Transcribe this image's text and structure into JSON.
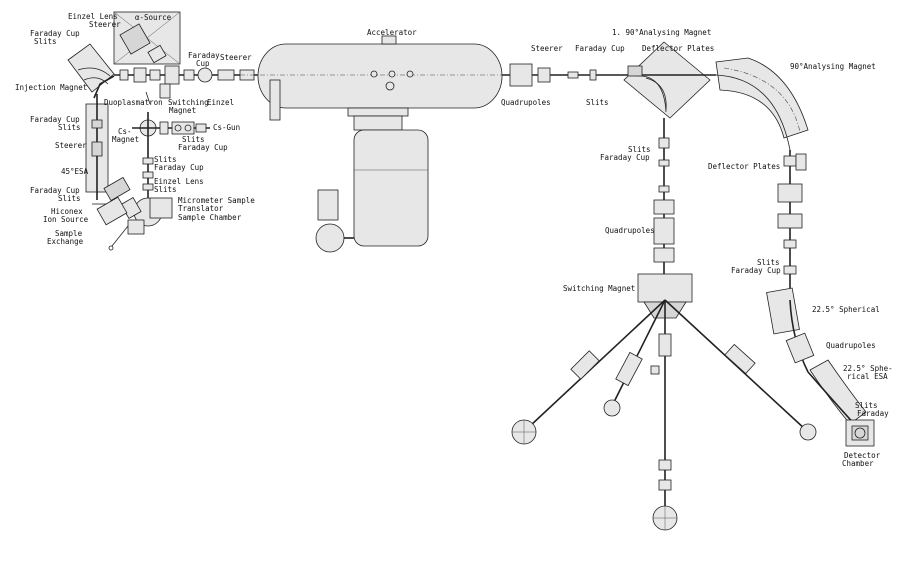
{
  "labels": {
    "alpha_source": "α-Source",
    "einzel_lens_top": "Einzel Lens",
    "steerer_top": "Steerer",
    "faraday_cup_top": "Faraday Cup",
    "slits_top": "Slits",
    "injection_magnet": "Injection Magnet",
    "duoplasmatron": "Duoplasmatron",
    "faraday_cup_src": "Faraday",
    "cup_src": "Cup",
    "steerer_src": "Steerer",
    "switching_magnet_src": "Switching",
    "magnet_src": "Magnet",
    "einzel_src": "Einzel",
    "cs_gun": "Cs-Gun",
    "cs_magnet_1": "Cs-",
    "cs_magnet_2": "Magnet",
    "slits_cs": "Slits",
    "faraday_cup_cs": "Faraday Cup",
    "faraday_cup_left1": "Faraday Cup",
    "slits_left1": "Slits",
    "steerer_left": "Steerer",
    "esa_45": "45°ESA",
    "faraday_cup_left2": "Faraday Cup",
    "slits_left2": "Slits",
    "hiconex_1": "Hiconex",
    "hiconex_2": "Ion Source",
    "sample_exchange_1": "Sample",
    "sample_exchange_2": "Exchange",
    "slits_mid": "Slits",
    "faraday_cup_mid": "Faraday Cup",
    "einzel_lens_mid": "Einzel Lens",
    "slits_mid2": "Slits",
    "micrometer": "Micrometer Sample",
    "translator": "Translator",
    "sample_chamber": "Sample Chamber",
    "accelerator": "Accelerator",
    "steerer_hi": "Steerer",
    "quadrupoles_hi": "Quadrupoles",
    "faraday_cup_hi": "Faraday Cup",
    "slits_hi": "Slits",
    "analysing_magnet_1": "1. 90°Analysing Magnet",
    "deflector_plates_1": "Deflector Plates",
    "analysing_magnet_2": "90°Analysing Magnet",
    "slits_vert": "Slits",
    "faraday_cup_vert": "Faraday Cup",
    "quadrupoles_vert": "Quadrupoles",
    "switching_magnet": "Switching Magnet",
    "deflector_plates_2": "Deflector Plates",
    "slits_right": "Slits",
    "faraday_cup_right": "Faraday Cup",
    "spherical_1": "22.5° Spherical",
    "quadrupoles_right": "Quadrupoles",
    "spherical_esa_1": "22.5° Sphe-",
    "spherical_esa_2": "rical ESA",
    "slits_det": "Slits",
    "faraday_det": "Faraday",
    "detector_1": "Detector",
    "detector_2": "Chamber"
  }
}
